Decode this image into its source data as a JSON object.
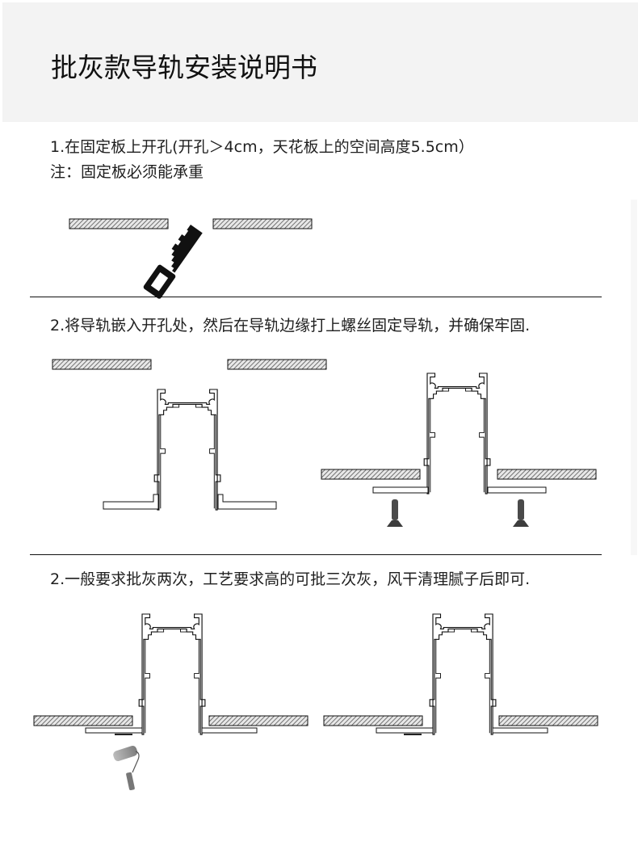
{
  "header": {
    "title": "批灰款导轨安装说明书",
    "background": "#f3f3f3"
  },
  "steps": [
    {
      "id": "step1",
      "lines": [
        "1.在固定板上开孔(开孔＞4cm，天花板上的空间高度5.5cm）",
        "注：固定板必须能承重"
      ],
      "illustration": {
        "icons": [
          "ceiling-board-left",
          "saw-icon",
          "ceiling-board-right"
        ]
      }
    },
    {
      "id": "step2",
      "lines": [
        "2.将导轨嵌入开孔处，然后在导轨边缘打上螺丝固定导轨，并确保牢固."
      ],
      "illustration": {
        "icons": [
          "ceiling-board-left",
          "ceiling-board-right",
          "track-profile",
          "track-profile-installed",
          "screw-icon",
          "screw-icon"
        ]
      }
    },
    {
      "id": "step3",
      "lines": [
        "2.一般要求批灰两次，工艺要求高的可批三次灰，风干清理腻子后即可."
      ],
      "illustration": {
        "icons": [
          "track-profile-installed",
          "paint-roller-icon",
          "track-profile-installed"
        ]
      }
    }
  ],
  "colors": {
    "line": "#111111",
    "hatch": "#555555",
    "screw": "#4a4a4a",
    "roller": "#8a8a8a"
  }
}
